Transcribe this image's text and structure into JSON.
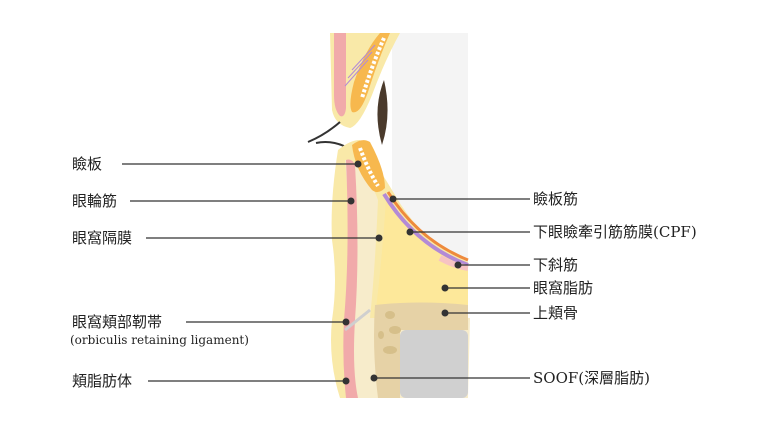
{
  "left_labels": [
    "瞼板",
    "眼輪筋",
    "眼窩隔膜",
    "眼窩頬部靭帯",
    "頬脂肪体"
  ],
  "left_sublabel": "(orbiculis retaining ligament)",
  "right_labels": [
    "瞼板筋",
    "下眼瞼牽引筋筋膜(CPF)",
    "下斜筋",
    "眼窩脂肪",
    "上頬骨",
    "SOOF(深層脂肪)"
  ],
  "colors": {
    "skin": "#f9e9a8",
    "muscle": "#f1aaaa",
    "tarsus": "#f7b84e",
    "fat": "#fde89a",
    "bone": "#e6d2a6",
    "cpf": "#b38ad6",
    "line": "#333333"
  }
}
